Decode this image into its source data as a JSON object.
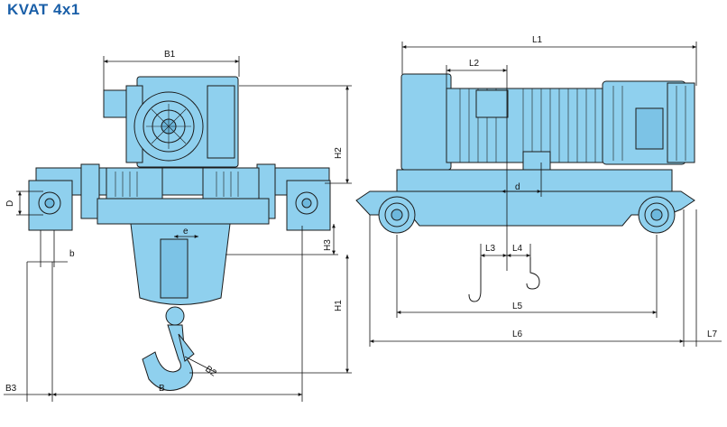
{
  "title": "KVAT 4x1",
  "colors": {
    "machine": "#8fd0ee",
    "outline": "#1b1b1b",
    "title": "#1a5fa8"
  },
  "labels": {
    "B1": "B1",
    "H2": "H2",
    "D": "D",
    "b": "b",
    "e": "e",
    "H3": "H3",
    "H1": "H1",
    "B2": "B2",
    "B3": "B3",
    "B": "B",
    "L1": "L1",
    "L2": "L2",
    "d": "d",
    "L3": "L3",
    "L4": "L4",
    "L5": "L5",
    "L6": "L6",
    "L7": "L7"
  }
}
